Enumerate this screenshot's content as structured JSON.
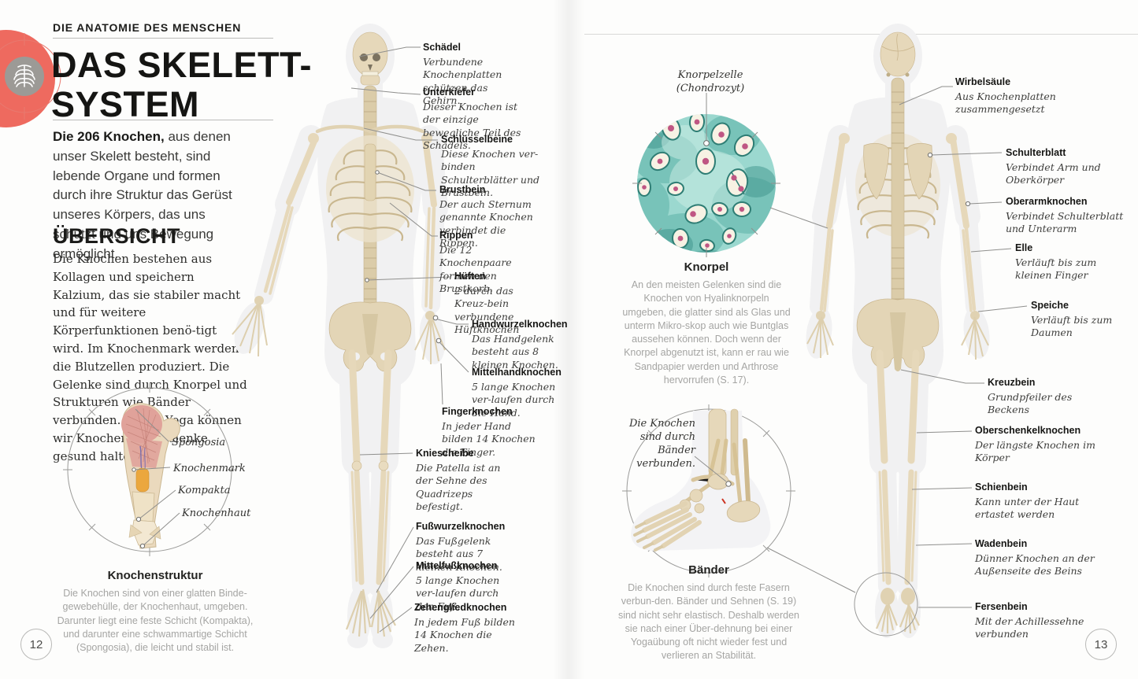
{
  "left_page": {
    "eyebrow": "DIE ANATOMIE DES MENSCHEN",
    "title_line1": "DAS SKELETT-",
    "title_line2": "SYSTEM",
    "intro_lead": "Die 206 Knochen,",
    "intro_rest": " aus denen unser Skelett besteht, sind lebende Organe und formen durch ihre Struktur das Gerüst unseres Körpers, das uns schützt und uns Bewegung ermöglicht.",
    "section_heading": "ÜBERSICHT",
    "section_body": "Die Knochen bestehen aus Kollagen und speichern Kalzium, das sie stabiler macht und für weitere Körperfunktionen benö-tigt wird. Im Knochenmark werden die Blutzellen produziert. Die Gelenke sind durch Knorpel und Strukturen wie Bänder verbunden. Durch Yoga können wir Knochen und Gelenke gesund halten.",
    "page_number": "12"
  },
  "right_page": {
    "page_number": "13"
  },
  "labels_left": [
    {
      "name": "Schädel",
      "desc": "Verbundene Knochenplatten schützen das Gehirn."
    },
    {
      "name": "Unterkiefer",
      "desc": "Dieser Knochen ist der einzige bewegliche Teil des Schädels."
    },
    {
      "name": "Schlüsselbeine",
      "desc": "Diese Knochen ver-binden Schulterblätter und Brustbein."
    },
    {
      "name": "Brustbein",
      "desc": "Der auch Sternum genannte Knochen verbindet die Rippen."
    },
    {
      "name": "Rippen",
      "desc": "Die 12 Knochenpaare formen den Brustkorb."
    },
    {
      "name": "Hüften",
      "desc": "2 durch das Kreuz-bein verbundene Hüftknochen"
    },
    {
      "name": "Handwurzelknochen",
      "desc": "Das Handgelenk besteht aus 8 kleinen Knochen."
    },
    {
      "name": "Mittelhandknochen",
      "desc": "5 lange Knochen ver-laufen durch die Hand."
    },
    {
      "name": "Fingerknochen",
      "desc": "In jeder Hand bilden 14 Knochen die Finger."
    },
    {
      "name": "Kniescheibe",
      "desc": "Die Patella ist an der Sehne des Quadrizeps befestigt."
    },
    {
      "name": "Fußwurzelknochen",
      "desc": "Das Fußgelenk besteht aus 7 kleinen Knochen."
    },
    {
      "name": "Mittelfußknochen",
      "desc": "5 lange Knochen ver-laufen durch den Fuß."
    },
    {
      "name": "Zehengliedknochen",
      "desc": "In jedem Fuß bilden 14 Knochen die Zehen."
    }
  ],
  "labels_right": [
    {
      "name": "Wirbelsäule",
      "desc": "Aus Knochenplatten zusammengesetzt"
    },
    {
      "name": "Schulterblatt",
      "desc": "Verbindet Arm und Oberkörper"
    },
    {
      "name": "Oberarmknochen",
      "desc": "Verbindet Schulterblatt und Unterarm"
    },
    {
      "name": "Elle",
      "desc": "Verläuft bis zum kleinen Finger"
    },
    {
      "name": "Speiche",
      "desc": "Verläuft bis zum Daumen"
    },
    {
      "name": "Kreuzbein",
      "desc": "Grundpfeiler des Beckens"
    },
    {
      "name": "Oberschenkelknochen",
      "desc": "Der längste Knochen im Körper"
    },
    {
      "name": "Schienbein",
      "desc": "Kann unter der Haut ertastet werden"
    },
    {
      "name": "Wadenbein",
      "desc": "Dünner Knochen an der Außenseite des Beins"
    },
    {
      "name": "Fersenbein",
      "desc": "Mit der Achillessehne verbunden"
    }
  ],
  "bone_structure": {
    "labels": [
      "Spongosia",
      "Knochenmark",
      "Kompakta",
      "Knochenhaut"
    ],
    "title": "Knochenstruktur",
    "caption": "Die Knochen sind von einer glatten Binde-gewebehülle, der Knochenhaut, umgeben. Darunter liegt eine feste Schicht (Kompakta), und darunter eine schwammartige Schicht (Spongosia), die leicht und stabil ist."
  },
  "cartilage": {
    "pointer": "Knorpelzelle (Chondrozyt)",
    "title": "Knorpel",
    "caption": "An den meisten Gelenken sind die Knochen von Hyalinknorpeln umgeben, die glatter sind als Glas und unterm Mikro-skop auch wie Buntglas aussehen können. Doch wenn der Knorpel abgenutzt ist, kann er rau wie Sandpapier werden und Arthrose hervorrufen (S. 17)."
  },
  "ligaments": {
    "pointer": "Die Knochen sind durch Bänder verbunden.",
    "title": "Bänder",
    "caption": "Die Knochen sind durch feste Fasern verbun-den. Bänder und Sehnen (S. 19) sind nicht sehr elastisch. Deshalb werden sie nach einer Über-dehnung bei einer Yogaübung oft nicht wieder fest und verlieren an Stabilität."
  },
  "icons": {
    "corner": "ribcage-icon"
  },
  "colors": {
    "accent_red": "#ee6a5f",
    "bone": "#e6d8ba",
    "cartilage_teal": "#8fd2c9",
    "text_dark": "#1d1d1b",
    "caption_gray": "#a5a5a3"
  }
}
